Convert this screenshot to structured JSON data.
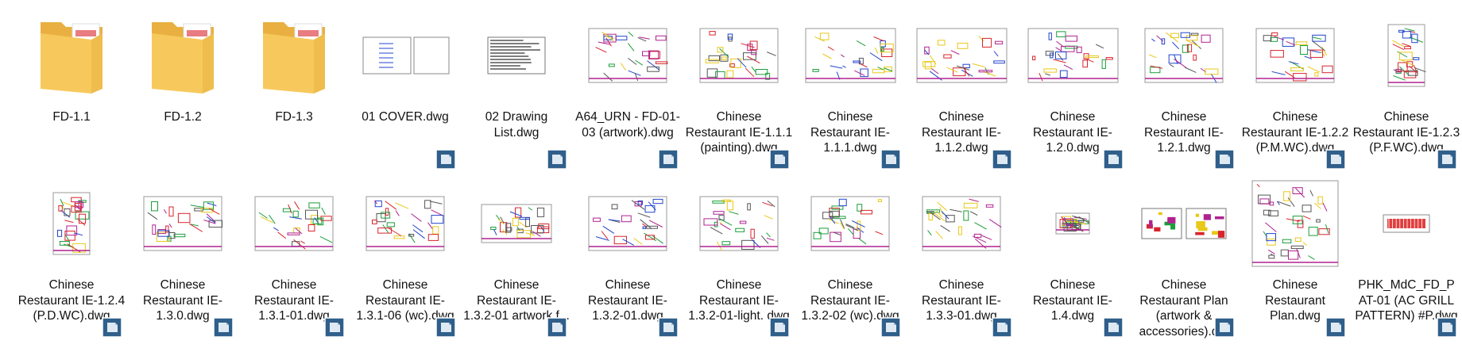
{
  "window": {
    "view": "large-icons"
  },
  "colors": {
    "folder_body": "#f7c95c",
    "folder_back": "#e9b041",
    "paper": "#ffffff",
    "cad_red": "#d8242c",
    "cad_green": "#1a9e3a",
    "cad_blue": "#2244cc",
    "cad_magenta": "#b0228f",
    "cad_yellow": "#e8c818",
    "badge_blue": "#2f5f8a"
  },
  "items": [
    {
      "type": "folder",
      "label": "FD-1.1",
      "icon": "folder-icon"
    },
    {
      "type": "folder",
      "label": "FD-1.2",
      "icon": "folder-icon"
    },
    {
      "type": "folder",
      "label": "FD-1.3",
      "icon": "folder-icon"
    },
    {
      "type": "dwg",
      "label": "01 COVER.dwg",
      "icon": "dwg-file-icon",
      "variant": "cover"
    },
    {
      "type": "dwg",
      "label": "02 Drawing List.dwg",
      "icon": "dwg-file-icon",
      "variant": "list"
    },
    {
      "type": "dwg",
      "label": "A64_URN - FD-01-03 (artwork).dwg",
      "icon": "dwg-file-icon",
      "variant": "elevation"
    },
    {
      "type": "dwg",
      "label": "Chinese Restaurant IE-1.1.1 (painting).dwg",
      "icon": "dwg-file-icon",
      "variant": "elevation2"
    },
    {
      "type": "dwg",
      "label": "Chinese Restaurant IE-1.1.1.dwg",
      "icon": "dwg-file-icon",
      "variant": "strip"
    },
    {
      "type": "dwg",
      "label": "Chinese Restaurant IE-1.1.2.dwg",
      "icon": "dwg-file-icon",
      "variant": "wide"
    },
    {
      "type": "dwg",
      "label": "Chinese Restaurant IE-1.2.0.dwg",
      "icon": "dwg-file-icon",
      "variant": "wide2"
    },
    {
      "type": "dwg",
      "label": "Chinese Restaurant IE-1.2.1.dwg",
      "icon": "dwg-file-icon",
      "variant": "elevation3"
    },
    {
      "type": "dwg",
      "label": "Chinese Restaurant IE-1.2.2 (P.M.WC).dwg",
      "icon": "dwg-file-icon",
      "variant": "colorful"
    },
    {
      "type": "dwg",
      "label": "Chinese Restaurant IE-1.2.3 (P.F.WC).dwg",
      "icon": "dwg-file-icon",
      "variant": "tall"
    },
    {
      "type": "dwg",
      "label": "Chinese Restaurant IE-1.2.4 (P.D.WC).dwg",
      "icon": "dwg-file-icon",
      "variant": "tall2"
    },
    {
      "type": "dwg",
      "label": "Chinese Restaurant IE-1.3.0.dwg",
      "icon": "dwg-file-icon",
      "variant": "plan"
    },
    {
      "type": "dwg",
      "label": "Chinese Restaurant IE-1.3.1-01.dwg",
      "icon": "dwg-file-icon",
      "variant": "cross"
    },
    {
      "type": "dwg",
      "label": "Chinese Restaurant IE-1.3.1-06 (wc).dwg",
      "icon": "dwg-file-icon",
      "variant": "plan2"
    },
    {
      "type": "dwg",
      "label": "Chinese Restaurant IE-1.3.2-01 artwork f...",
      "icon": "dwg-file-icon",
      "variant": "small"
    },
    {
      "type": "dwg",
      "label": "Chinese Restaurant IE-1.3.2-01.dwg",
      "icon": "dwg-file-icon",
      "variant": "bigelev"
    },
    {
      "type": "dwg",
      "label": "Chinese Restaurant IE-1.3.2-01-light. dwg",
      "icon": "dwg-file-icon",
      "variant": "elevation4"
    },
    {
      "type": "dwg",
      "label": "Chinese Restaurant IE-1.3.2-02 (wc).dwg",
      "icon": "dwg-file-icon",
      "variant": "plan3"
    },
    {
      "type": "dwg",
      "label": "Chinese Restaurant IE-1.3.3-01.dwg",
      "icon": "dwg-file-icon",
      "variant": "box"
    },
    {
      "type": "dwg",
      "label": "Chinese Restaurant IE-1.4.dwg",
      "icon": "dwg-file-icon",
      "variant": "tiny"
    },
    {
      "type": "dwg",
      "label": "Chinese Restaurant Plan (artwork & accessories).d...",
      "icon": "dwg-file-icon",
      "variant": "two"
    },
    {
      "type": "dwg",
      "label": "Chinese Restaurant Plan.dwg",
      "icon": "dwg-file-icon",
      "variant": "floorplan"
    },
    {
      "type": "dwg",
      "label": "PHK_MdC_FD_P AT-01 (AC GRILL PATTERN) #P.dwg",
      "icon": "dwg-file-icon",
      "variant": "grill"
    }
  ]
}
